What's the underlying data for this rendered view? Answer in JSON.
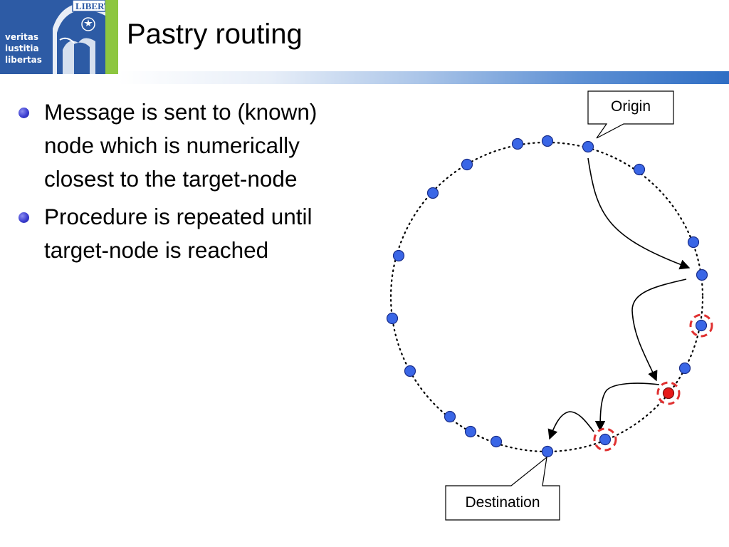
{
  "slide": {
    "title": "Pastry routing"
  },
  "logo": {
    "motto": [
      "veritas",
      "iustitia",
      "libertas"
    ],
    "seal_text": "LIBERT"
  },
  "bullets": [
    "Message is sent to (known) node which is numerically closest to the target-node",
    "Procedure is repeated until target-node is reached"
  ],
  "diagram": {
    "labels": {
      "origin": "Origin",
      "destination": "Destination"
    },
    "node_fill": "#3a66e6",
    "active_node_fill": "#e61919",
    "highlight_color": "#e03030"
  }
}
